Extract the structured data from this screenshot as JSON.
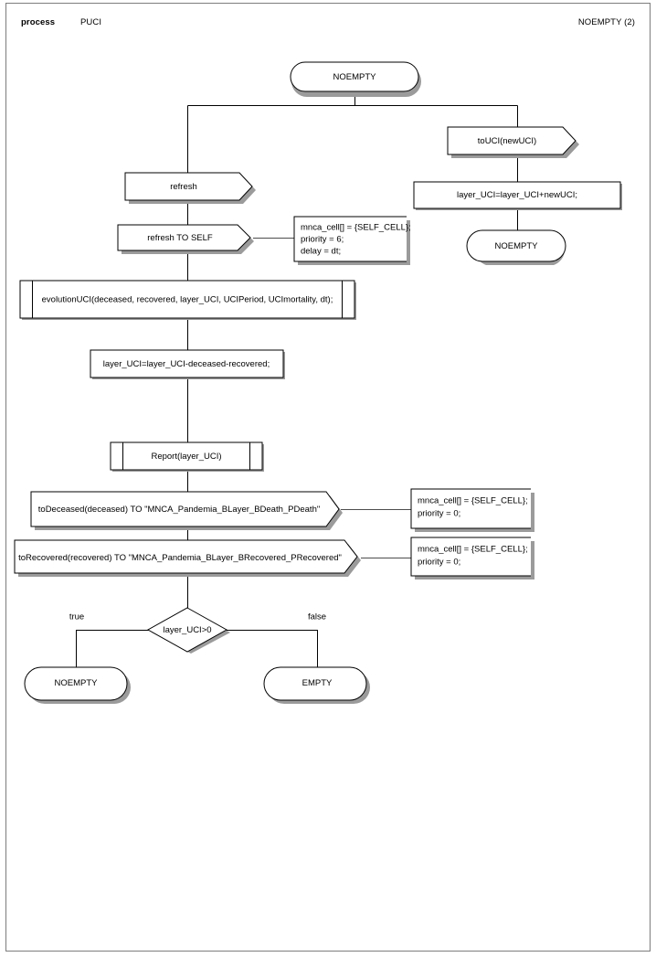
{
  "page": {
    "header": {
      "kind_label": "process",
      "process_name": "PUCI",
      "state_ref": "NOEMPTY (2)"
    },
    "border_color": "#7d7d7d",
    "line_color": "#000000",
    "shadow_color": "#9b9b9b"
  },
  "diagram": {
    "type": "sdl-process-flowchart",
    "nodes": {
      "start_state": {
        "kind": "state",
        "label": "NOEMPTY"
      },
      "input_refresh": {
        "kind": "input",
        "label": "refresh"
      },
      "output_refresh_self": {
        "kind": "output",
        "label": "refresh TO SELF"
      },
      "call_evolution": {
        "kind": "procedure-call",
        "label": "evolutionUCI(deceased, recovered, layer_UCI, UCIPeriod, UCImortality, dt);"
      },
      "task_subtract": {
        "kind": "task",
        "label": "layer_UCI=layer_UCI-deceased-recovered;"
      },
      "call_report": {
        "kind": "procedure-call",
        "label": "Report(layer_UCI)"
      },
      "output_deceased": {
        "kind": "output",
        "label": "toDeceased(deceased) TO \"MNCA_Pandemia_BLayer_BDeath_PDeath\""
      },
      "output_recovered": {
        "kind": "output",
        "label": "toRecovered(recovered) TO \"MNCA_Pandemia_BLayer_BRecovered_PRecovered\""
      },
      "decision": {
        "kind": "decision",
        "label": "layer_UCI>0"
      },
      "branch_true_label": {
        "kind": "branch-label",
        "label": "true"
      },
      "branch_false_label": {
        "kind": "branch-label",
        "label": "false"
      },
      "state_noempty_true": {
        "kind": "state",
        "label": "NOEMPTY"
      },
      "state_empty_false": {
        "kind": "state",
        "label": "EMPTY"
      },
      "input_touci": {
        "kind": "input",
        "label": "toUCI(newUCI)"
      },
      "task_add": {
        "kind": "task",
        "label": "layer_UCI=layer_UCI+newUCI;"
      },
      "state_noempty_right": {
        "kind": "state",
        "label": "NOEMPTY"
      }
    },
    "comments": {
      "comment_refresh": {
        "kind": "comment",
        "lines": [
          "mnca_cell[] = {SELF_CELL};",
          "priority = 6;",
          "delay = dt;"
        ]
      },
      "comment_deceased": {
        "kind": "comment",
        "lines": [
          "mnca_cell[] = {SELF_CELL};",
          "priority = 0;"
        ]
      },
      "comment_recovered": {
        "kind": "comment",
        "lines": [
          "mnca_cell[] = {SELF_CELL};",
          "priority = 0;"
        ]
      }
    }
  }
}
